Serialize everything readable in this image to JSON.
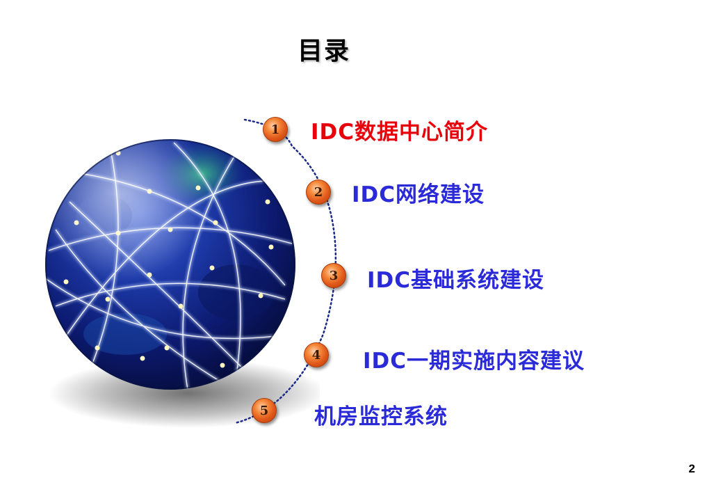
{
  "slide": {
    "title": "目录",
    "page_number": "2"
  },
  "toc": {
    "items": [
      {
        "number": "1",
        "label": "IDC数据中心简介",
        "color": "#e8000b"
      },
      {
        "number": "2",
        "label": "IDC网络建设",
        "color": "#2a2ad8"
      },
      {
        "number": "3",
        "label": "IDC基础系统建设",
        "color": "#2a2ad8"
      },
      {
        "number": "4",
        "label": "IDC一期实施内容建议",
        "color": "#2a2ad8"
      },
      {
        "number": "5",
        "label": "机房监控系统",
        "color": "#2a2ad8"
      }
    ]
  },
  "decor": {
    "globe_icon": "network-globe-icon",
    "badge_color": "#e0581a",
    "arc_color": "#1a2a8a"
  }
}
